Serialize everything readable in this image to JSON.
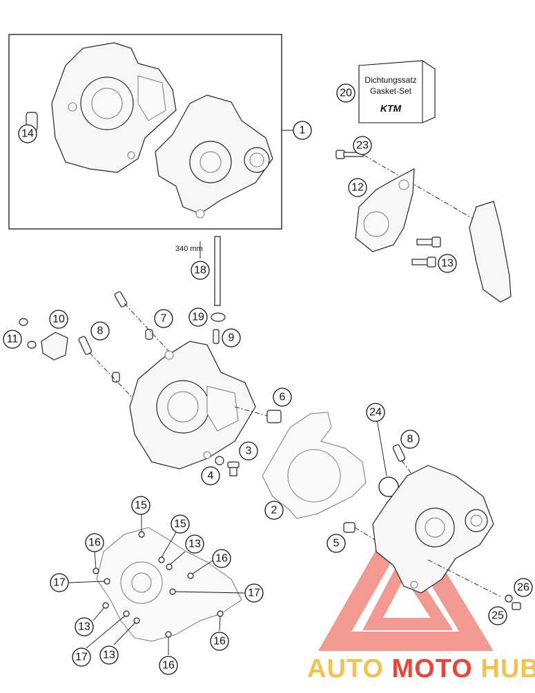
{
  "gasket_box": {
    "line1": "Dichtungssatz",
    "line2": "Gasket-Set",
    "logo": "KTM"
  },
  "dimension_label": "340 mm",
  "watermark": {
    "part1": "AUTO",
    "part2": "MOTO",
    "part3": "HUB",
    "colors": {
      "auto": "#f2c14e",
      "moto": "#e8463a",
      "hub": "#f2c14e",
      "triangle": "#e8463a"
    }
  },
  "callouts": {
    "c1": "1",
    "c2": "2",
    "c3": "3",
    "c4": "4",
    "c5": "5",
    "c6": "6",
    "c7": "7",
    "c8a": "8",
    "c8b": "8",
    "c9": "9",
    "c10": "10",
    "c11": "11",
    "c12": "12",
    "c13a": "13",
    "c13b": "13",
    "c13c": "13",
    "c13d": "13",
    "c14": "14",
    "c15a": "15",
    "c15b": "15",
    "c16a": "16",
    "c16b": "16",
    "c16c": "16",
    "c16d": "16",
    "c17a": "17",
    "c17b": "17",
    "c17c": "17",
    "c18": "18",
    "c19": "19",
    "c20": "20",
    "c23": "23",
    "c24": "24",
    "c25": "25",
    "c26": "26"
  }
}
